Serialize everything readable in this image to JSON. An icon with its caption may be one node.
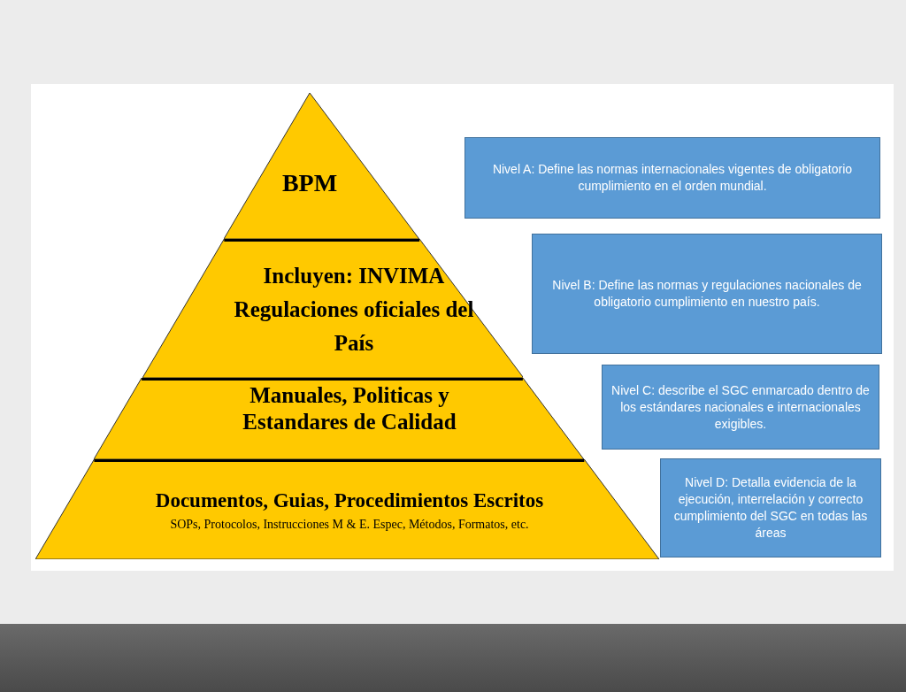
{
  "diagram": {
    "nodes": [
      {
        "text": [
          "BPM"
        ]
      },
      {
        "text": [
          "Incluyen: INVIMA Regulaciones oficiales del País"
        ]
      },
      {
        "text": [
          "Manuales, Politicas  y Estandares de Calidad"
        ]
      },
      {
        "text": [
          "Documentos, Guias, Procedimientos Escritos",
          "SOPs, Protocolos, Instrucciones M & E. Espec, Métodos, Formatos, etc."
        ]
      },
      {
        "text": [
          "Nivel A: Define las normas internacionales vigentes de obligatorio cumplimiento en el orden mundial."
        ]
      },
      {
        "text": [
          "Nivel B: Define las normas y regulaciones nacionales de obligatorio cumplimiento en nuestro país."
        ]
      },
      {
        "text": [
          "Nivel C: describe el SGC enmarcado dentro de los estándares nacionales e internacionales exigibles."
        ]
      },
      {
        "text": [
          "Nivel D: Detalla evidencia de la ejecución, interrelación y correcto cumplimiento del SGC en todas las áreas"
        ]
      }
    ],
    "edges": []
  }
}
